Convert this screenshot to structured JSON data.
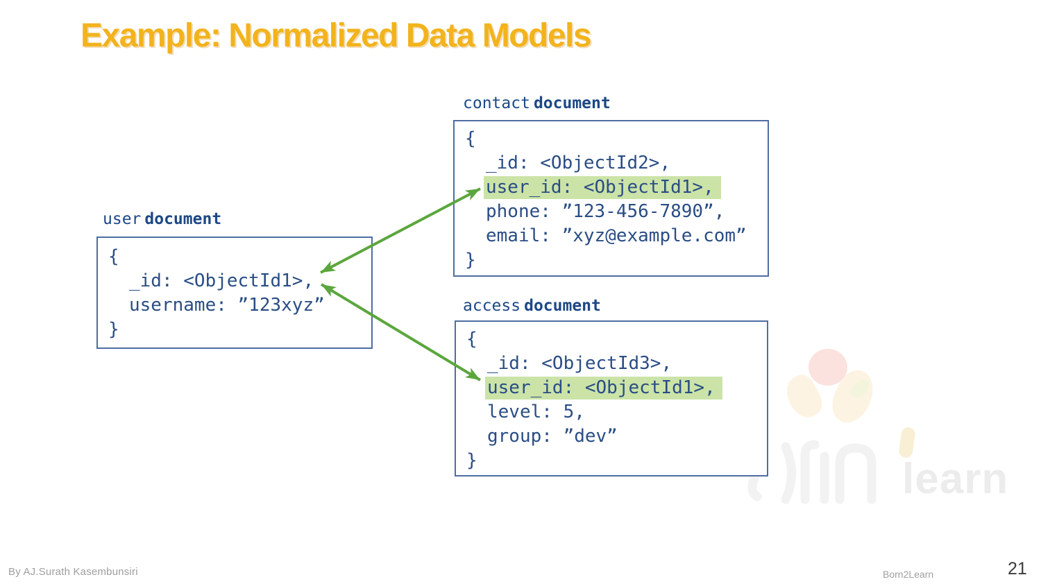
{
  "title": "Example: Normalized Data Models",
  "documents": [
    {
      "id": "user",
      "label": {
        "normal": "user",
        "bold": "document"
      },
      "lines": [
        {
          "text": "{",
          "indent": false,
          "highlight": false
        },
        {
          "text": "_id: <ObjectId1>,",
          "indent": true,
          "highlight": false
        },
        {
          "text": "username: ”123xyz”",
          "indent": true,
          "highlight": false
        },
        {
          "text": "}",
          "indent": false,
          "highlight": false
        }
      ]
    },
    {
      "id": "contact",
      "label": {
        "normal": "contact",
        "bold": "document"
      },
      "lines": [
        {
          "text": "{",
          "indent": false,
          "highlight": false
        },
        {
          "text": "_id: <ObjectId2>,",
          "indent": true,
          "highlight": false
        },
        {
          "text": "user_id: <ObjectId1>,",
          "indent": true,
          "highlight": true
        },
        {
          "text": "phone: ”123-456-7890”,",
          "indent": true,
          "highlight": false
        },
        {
          "text": "email: ”xyz@example.com”",
          "indent": true,
          "highlight": false
        },
        {
          "text": "}",
          "indent": false,
          "highlight": false
        }
      ]
    },
    {
      "id": "access",
      "label": {
        "normal": "access",
        "bold": "document"
      },
      "lines": [
        {
          "text": "{",
          "indent": false,
          "highlight": false
        },
        {
          "text": "_id: <ObjectId3>,",
          "indent": true,
          "highlight": false
        },
        {
          "text": "user_id: <ObjectId1>,",
          "indent": true,
          "highlight": true
        },
        {
          "text": "level: 5,",
          "indent": true,
          "highlight": false
        },
        {
          "text": "group: ”dev”",
          "indent": true,
          "highlight": false
        },
        {
          "text": "}",
          "indent": false,
          "highlight": false
        }
      ]
    }
  ],
  "arrows": [
    {
      "from": "user-document-id",
      "to": "contact-document-user-id",
      "double_headed": true
    },
    {
      "from": "user-document-id",
      "to": "access-document-user-id",
      "double_headed": true
    }
  ],
  "watermark": {
    "wordmark": "learn"
  },
  "footer": {
    "author": "By AJ.Surath Kasembunsiri",
    "brand": "Born2Learn",
    "page_number": "21"
  },
  "colors": {
    "title": "#f2b31d",
    "code": "#2a4d85",
    "label": "#1d4886",
    "border": "#4e6da1",
    "arrow": "#5ba63d",
    "highlight": "#cbe3a7",
    "footer": "#9e9e9e",
    "page": "#3c3c3c"
  }
}
